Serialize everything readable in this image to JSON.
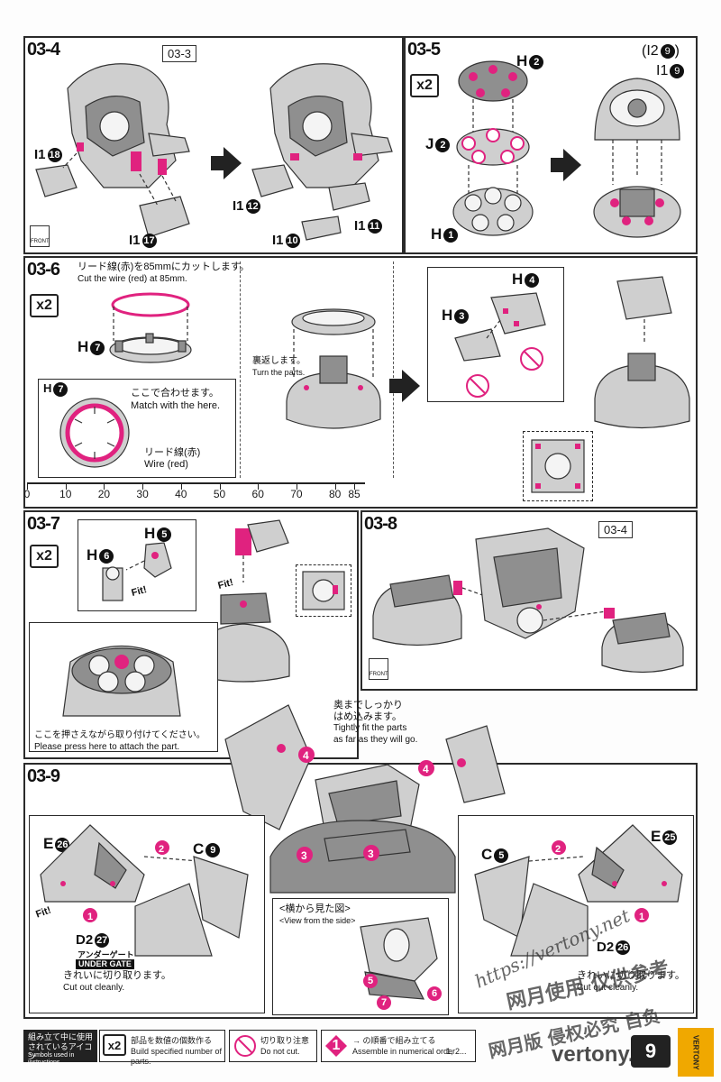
{
  "steps": {
    "s03_4": {
      "tag": "03-4",
      "ref": "03-3",
      "parts": [
        "I1",
        "I1",
        "I1",
        "I1"
      ],
      "nums": [
        "18",
        "17",
        "12",
        "10",
        "11"
      ]
    },
    "s03_5": {
      "tag": "03-5",
      "qty": "x2",
      "parts": {
        "h2": "H",
        "j2": "J",
        "h1": "H",
        "top": "(I2",
        "top_num": "9",
        "top_close": ")",
        "i1": "I1"
      },
      "nums": {
        "h2": "2",
        "j2": "2",
        "h1": "1",
        "i1": "9"
      }
    },
    "s03_6": {
      "tag": "03-6",
      "qty": "x2",
      "note_jp": "リード線(赤)を85mmにカットします。",
      "note_en": "Cut the wire (red) at 85mm.",
      "h7": "H",
      "h7_num": "7",
      "inset_h7": "H",
      "inset_h7_num": "7",
      "match_jp": "ここで合わせます。",
      "match_en": "Match with the here.",
      "wire_jp": "リード線(赤)",
      "wire_en": "Wire (red)",
      "turn_jp": "裏返します。",
      "turn_en": "Turn the parts.",
      "h4": "H",
      "h4_num": "4",
      "h3": "H",
      "h3_num": "3"
    },
    "ruler": [
      "0",
      "10",
      "20",
      "30",
      "40",
      "50",
      "60",
      "70",
      "80",
      "85"
    ],
    "s03_7": {
      "tag": "03-7",
      "qty": "x2",
      "h6": "H",
      "h6_num": "6",
      "h5": "H",
      "h5_num": "5",
      "fit": "Fit!",
      "fit2": "Fit!",
      "press_jp": "ここを押さえながら取り付けてください。",
      "press_en": "Please press here to attach the part."
    },
    "s03_8": {
      "tag": "03-8",
      "ref": "03-4",
      "front": "FRONT"
    },
    "s03_9": {
      "tag": "03-9",
      "tight_jp1": "奥までしっかり",
      "tight_jp2": "はめ込みます。",
      "tight_en1": "Tightly fit the parts",
      "tight_en2": "as far as they will go.",
      "side_jp": "<横から見た図>",
      "side_en": "<View from the side>",
      "left": {
        "e": "E",
        "e_num": "26",
        "c": "C",
        "c_num": "9",
        "d": "D2",
        "d_num": "27",
        "under_jp": "アンダーゲート",
        "under_en": "UNDER GATE",
        "cut_jp": "きれいに切り取ります。",
        "cut_en": "Cut out cleanly.",
        "fit": "Fit!"
      },
      "right": {
        "e": "E",
        "e_num": "25",
        "c": "C",
        "c_num": "5",
        "d": "D2",
        "d_num": "26",
        "cut_jp": "きれいに切り取ります。",
        "cut_en": "Cut out cleanly."
      },
      "seq": [
        "1",
        "2",
        "3",
        "4",
        "5",
        "6",
        "7"
      ]
    },
    "front_label": "FRONT"
  },
  "legend": {
    "title_jp1": "組み立て中に使用",
    "title_jp2": "されているアイコン",
    "title_en": "Symbols used in instructions",
    "qty": "x2",
    "qty_jp": "部品を数値の個数作る",
    "qty_en": "Build specified number of parts.",
    "cut_jp": "切り取り注意",
    "cut_en": "Do not cut.",
    "seq_num": "1",
    "seq_jp": "→ の順番で組み立てる",
    "seq_en": "Assemble in numerical order",
    "seq_trail": "1, 2..."
  },
  "page_number": "9",
  "brand": "VERTONY",
  "watermarks": {
    "url": "https://vertony.net",
    "cn": "网月使用 仅供参考",
    "cn2": "网月版 侵权必究 自负",
    "site": "vertony.net"
  },
  "colors": {
    "accent": "#e0227f",
    "ink": "#1a1a1a",
    "brand": "#f0a800"
  }
}
